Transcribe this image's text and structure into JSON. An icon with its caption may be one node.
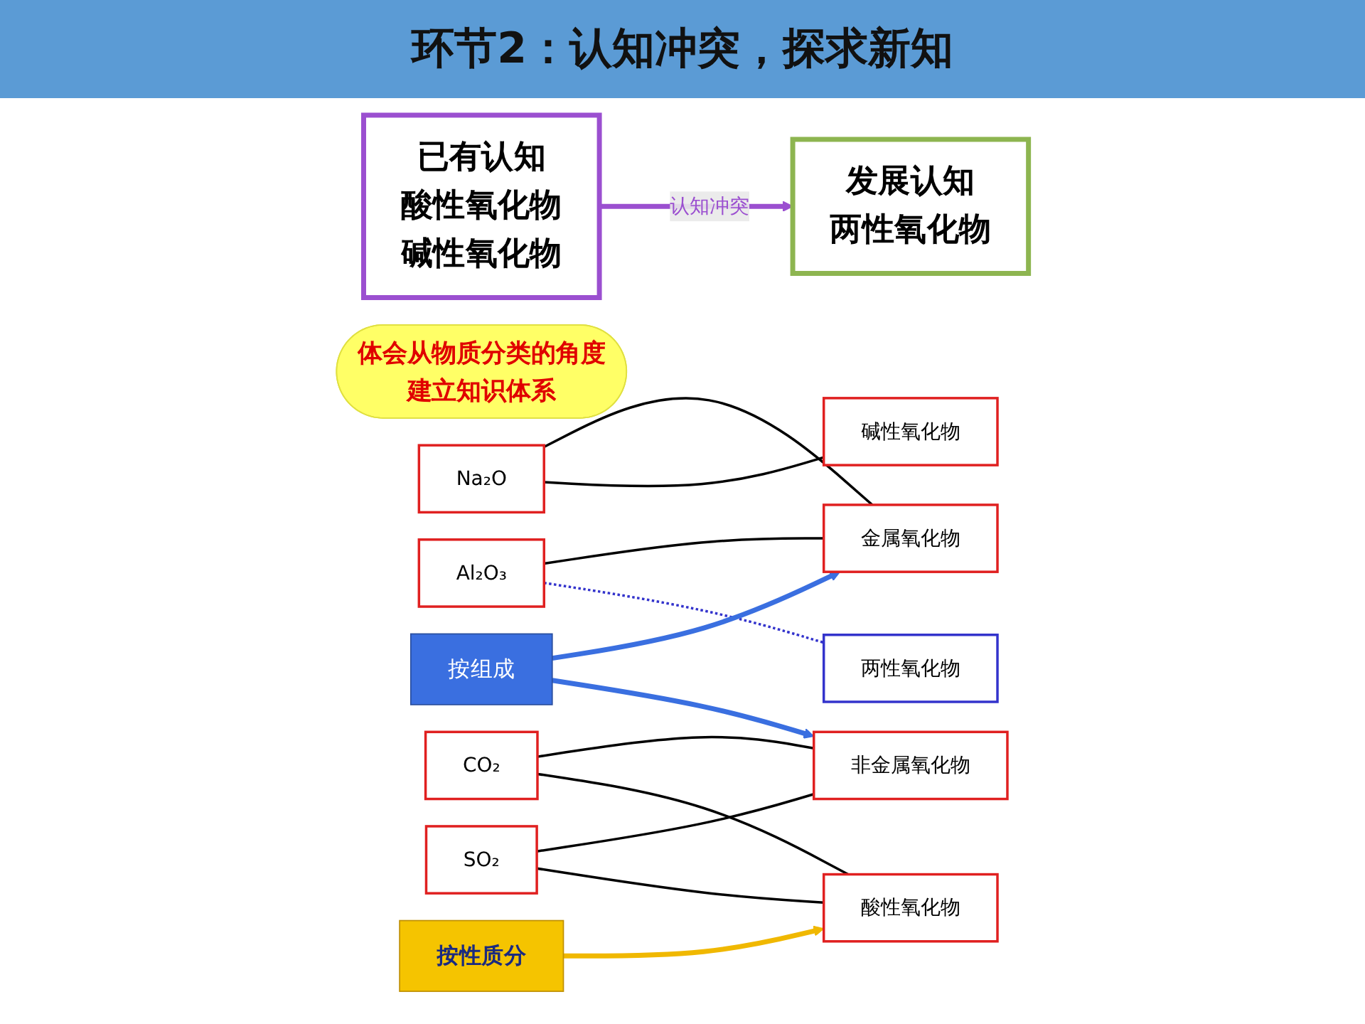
{
  "diagram": {
    "title": "环节2：认知冲突，探求新知",
    "nodes": [
      {
        "text": [
          "已有认知",
          "酸性氧化物",
          "碱性氧化物"
        ]
      },
      {
        "text": [
          "发展认知",
          "两性氧化物"
        ]
      },
      {
        "text": [
          "体会从物质分类的角度建立知识体系"
        ]
      },
      {
        "text": [
          "Na₂O"
        ]
      },
      {
        "text": [
          "CO₂"
        ]
      },
      {
        "text": [
          "SO₂"
        ]
      },
      {
        "text": [
          "Al₂O₃"
        ]
      },
      {
        "text": [
          "金属氧化物"
        ]
      },
      {
        "text": [
          "非金属氧化物"
        ]
      },
      {
        "text": [
          "碱性氧化物"
        ]
      },
      {
        "text": [
          "酸性氧化物"
        ]
      },
      {
        "text": [
          "两性氧化物"
        ]
      },
      {
        "text": [
          "按组成"
        ]
      },
      {
        "text": [
          "按性质分"
        ]
      }
    ],
    "edges": [
      {
        "from": 0,
        "to": 1,
        "arrow": "to",
        "label": "认知冲突",
        "style": "thick",
        "color": "#9b4fd0"
      },
      {
        "from": 3,
        "to": 7,
        "arrow": "none"
      },
      {
        "from": 3,
        "to": 9,
        "arrow": "none"
      },
      {
        "from": 4,
        "to": 8,
        "arrow": "none"
      },
      {
        "from": 4,
        "to": 10,
        "arrow": "none"
      },
      {
        "from": 5,
        "to": 8,
        "arrow": "none"
      },
      {
        "from": 5,
        "to": 10,
        "arrow": "none"
      },
      {
        "from": 6,
        "to": 7,
        "arrow": "none"
      },
      {
        "from": 6,
        "to": 11,
        "arrow": "none",
        "style": "dashed",
        "color": "#3333cc"
      },
      {
        "from": 12,
        "to": 7,
        "arrow": "to",
        "style": "thick",
        "color": "#3a6fe0"
      },
      {
        "from": 12,
        "to": 8,
        "arrow": "to",
        "style": "thick",
        "color": "#3a6fe0"
      },
      {
        "from": 13,
        "to": 10,
        "arrow": "to",
        "style": "thick",
        "color": "#f0b800"
      }
    ]
  }
}
